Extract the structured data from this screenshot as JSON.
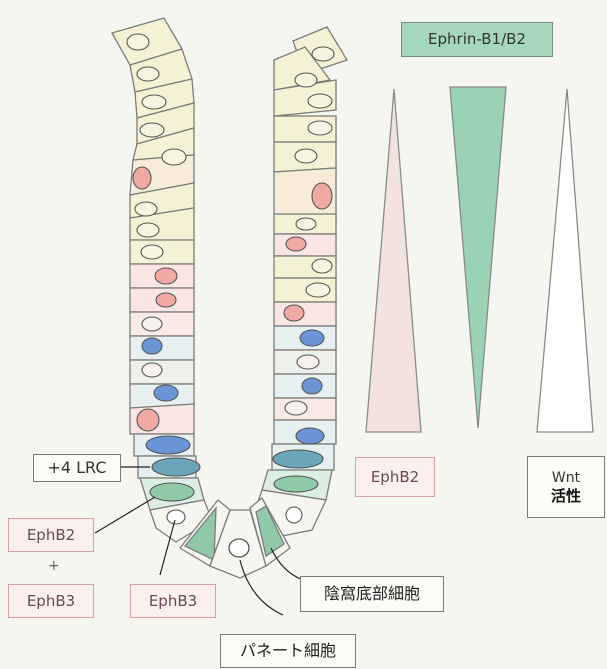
{
  "labels": {
    "ephrin": "Ephrin-B1/B2",
    "lrc": "+4 LRC",
    "ephb2_left": "EphB2",
    "plus": "+",
    "ephb3_left": "EphB3",
    "ephb3_mid": "EphB3",
    "crypt_base_cell": "陰窩底部細胞",
    "paneth_cell": "パネート細胞",
    "ephb2_gradient": "EphB2",
    "wnt": "Wnt",
    "wnt_activity": "活性"
  },
  "colors": {
    "cell_yellow": "#f5f1d6",
    "cell_pink": "#f9e6e2",
    "cell_blue": "#e6f0f1",
    "cell_green": "#dcede4",
    "nucleus_pink": "#f1a9a3",
    "nucleus_blue": "#6a94d3",
    "nucleus_teal": "#6aa6b8",
    "nucleus_green": "#8fc9a7",
    "ephrin_gradient": "#9ad2b4",
    "ephb2_gradient": "#f3e3df"
  }
}
